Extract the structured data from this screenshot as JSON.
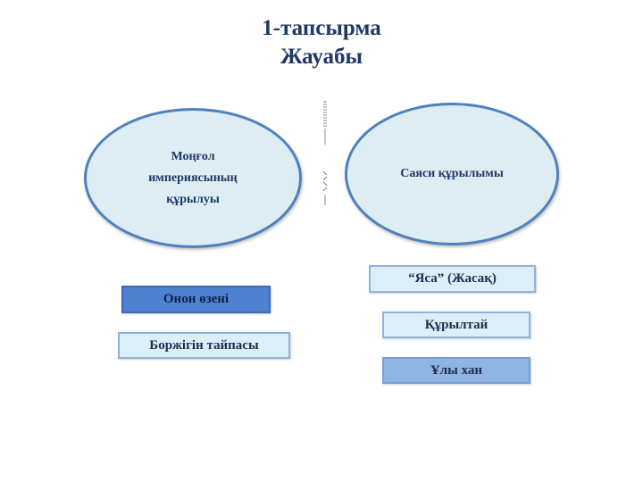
{
  "title": {
    "line1": "1-тапсырма",
    "line2": "Жауабы"
  },
  "ellipses": {
    "left": {
      "line1": "Моңғол",
      "line2": "империясының",
      "line3": "құрылуы"
    },
    "right": {
      "label": "Саяси құрылымы"
    }
  },
  "boxes": {
    "onon": "Онон өзені",
    "borjigin": "Боржігін тайпасы",
    "yasa": "“Яса” (Жасақ)",
    "kurultai": "Құрылтай",
    "uly_khan": "Ұлы хан"
  },
  "colors": {
    "title": "#1f3864",
    "ellipse_fill": "#deedf3",
    "ellipse_border": "#4f81bd",
    "box_light": "#dceef7",
    "box_blue": "#4f81d1",
    "box_mid": "#8eb4e3"
  }
}
